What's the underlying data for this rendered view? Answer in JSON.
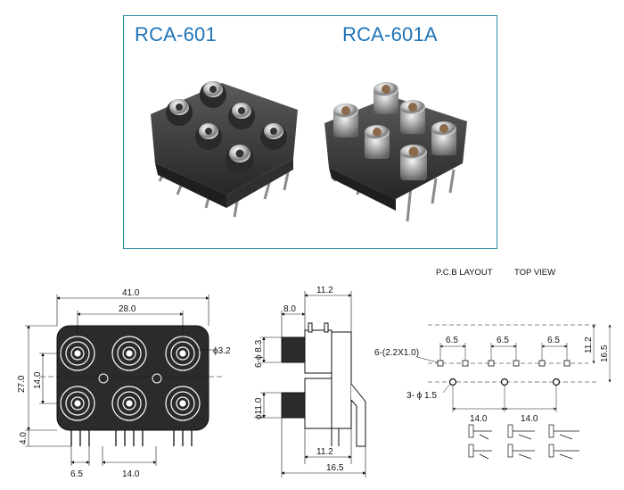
{
  "models": {
    "left_title": "RCA-601",
    "right_title": "RCA-601A"
  },
  "headers": {
    "pcb_layout": "P.C.B LAYOUT",
    "top_view": "TOP VIEW"
  },
  "front_view": {
    "dim_total_width": "41.0",
    "dim_inner_width": "28.0",
    "dim_hole_dia": "ϕ3.2",
    "dim_height": "27.0",
    "dim_row_pitch": "14.0",
    "dim_pin_length": "4.0",
    "dim_pin_pitch": "6.5",
    "dim_bottom_pitch": "14.0"
  },
  "side_view": {
    "dim_top_depth": "11.2",
    "dim_body_depth": "8.0",
    "dim_dia_upper": "6-ϕ 8.3",
    "dim_dia_lower": "ϕ11.0",
    "dim_bottom_depth": "11.2",
    "dim_total_depth": "16.5"
  },
  "pcb_layout": {
    "slot_label": "6-(2.2X1.0)",
    "slot_pitch_1": "6.5",
    "slot_pitch_2": "6.5",
    "slot_pitch_3": "6.5",
    "hole_label": "3- ϕ 1.5",
    "hole_pitch_1": "14.0",
    "hole_pitch_2": "14.0",
    "dim_v1": "11.2",
    "dim_v2": "16.5"
  },
  "colors": {
    "panel_border": "#2a8fa3",
    "title_blue": "#1e73b8",
    "housing_dark": "#3b3b3b",
    "line": "#111111"
  }
}
